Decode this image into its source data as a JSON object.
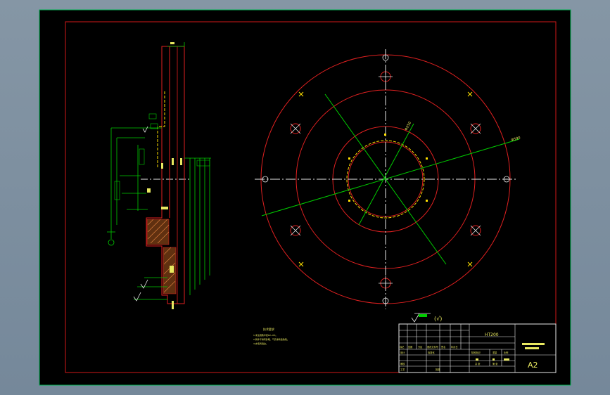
{
  "sheet": {
    "size_label": "A2",
    "drawing_name": "HT200",
    "roughness_note": "(√)"
  },
  "title_block_cells": [
    "标记",
    "处数",
    "分区",
    "更改文件号",
    "签名",
    "年月日",
    "设计",
    "标准化",
    "阶段标记",
    "重量",
    "比例",
    "审核",
    "工艺",
    "批准",
    "共 张",
    "第 张"
  ],
  "technical_requirements": {
    "heading": "技术要求",
    "lines": [
      "1.未注圆角半径R2~R3。",
      "2.铸件不得有砂眼、气孔等铸造缺陷。",
      "3.去毛刺锐边。"
    ]
  },
  "colors": {
    "frame": "#00b050",
    "border": "#d01818",
    "outline": "#e02020",
    "center": "#e8e8e8",
    "dimension": "#00cc00",
    "hidden": "#ffe000",
    "text": "#e8e860"
  }
}
